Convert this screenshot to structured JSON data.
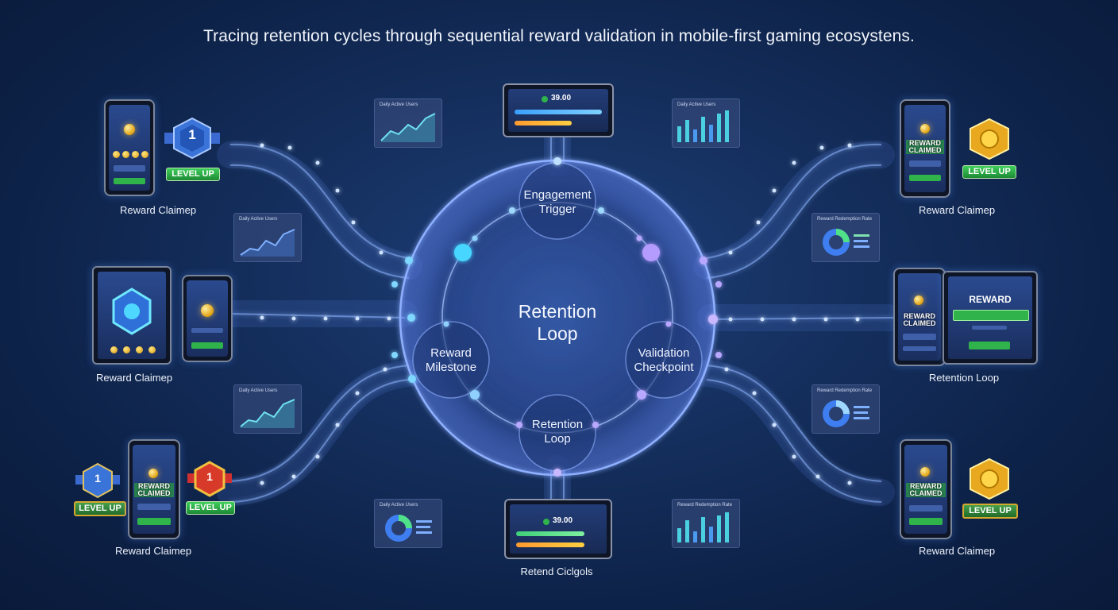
{
  "title": "Tracing retention cycles through sequential reward validation in mobile-first gaming ecosystens.",
  "center": {
    "label": "Retention Loop"
  },
  "loop_nodes": [
    {
      "label": "Engagement Trigger"
    },
    {
      "label": "Reward Milestone"
    },
    {
      "label": "Validation Checkpoint"
    },
    {
      "label": "Retention Loop"
    }
  ],
  "captions": {
    "top_left": "Reward Claimeр",
    "mid_left": "Reward Claimeр",
    "bottom_left": "Reward Claimeр",
    "top_right": "Reward Claimeр",
    "mid_right": "Retention Loop",
    "bottom_right": "Reward Claimeр",
    "bottom_center": "Retend Ciclgols"
  },
  "cards": {
    "dau": "Daily Active Users",
    "rrr": "Reward Redemption Rate"
  },
  "badges": {
    "level_up": "LEVEL UP",
    "level_number": "1"
  },
  "phone_text": {
    "reward_claimed": "REWARD CLAIMED",
    "reward": "REWARD"
  },
  "stat_screens": {
    "top_value": "39.00",
    "bottom_value": "39.00"
  },
  "colors": {
    "background": "#13295a",
    "path_glow": "#6aa8ff",
    "accent_green": "#2fb34a",
    "coin_gold": "#f2c23a"
  }
}
